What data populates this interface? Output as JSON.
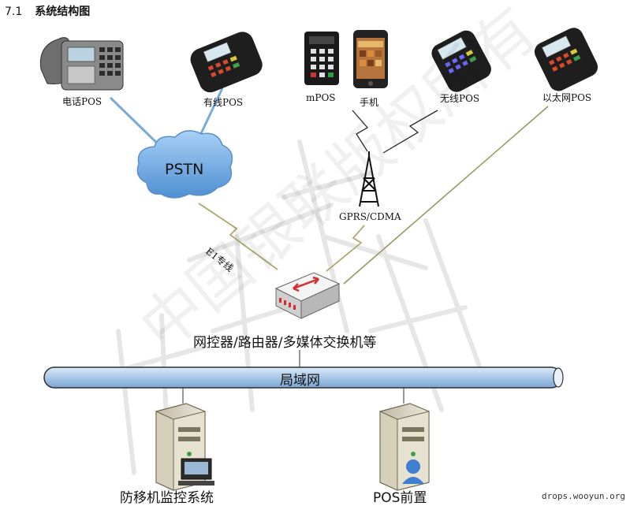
{
  "heading": {
    "number": "7.1",
    "title": "系统结构图"
  },
  "devices": {
    "phone_pos": "电话POS",
    "wired_pos": "有线POS",
    "mpos": "mPOS",
    "mobile": "手机",
    "wireless_pos": "无线POS",
    "ethernet_pos": "以太网POS"
  },
  "network": {
    "pstn": "PSTN",
    "gprs": "GPRS/CDMA",
    "e1": "E1专线",
    "switch_label": "网控器/路由器/多媒体交换机等",
    "lan": "局域网"
  },
  "servers": {
    "monitor": "防移机监控系统",
    "front": "POS前置"
  },
  "watermark": "中国银联版权所有",
  "credit": "drops.wooyun.org",
  "colors": {
    "cloud": "#6fa8e0",
    "lan_bar": "#a9c8e8",
    "switch_red": "#d32f2f",
    "pos_dark": "#1e1e1e",
    "lightning": "#e8e4a8"
  }
}
